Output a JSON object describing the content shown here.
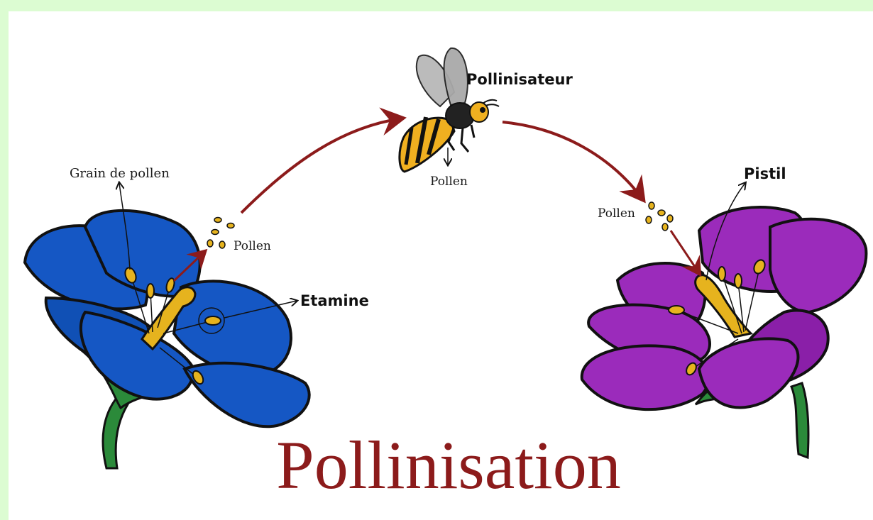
{
  "title": "Pollinisation",
  "labels": {
    "grain_de_pollen": "Grain de pollen",
    "pollen_left": "Pollen",
    "etamine": "Etamine",
    "pollinisateur": "Pollinisateur",
    "pollen_bee": "Pollen",
    "pollen_right": "Pollen",
    "pistil": "Pistil"
  },
  "colors": {
    "background": "#dcfcd2",
    "arrow": "#8c1b1b",
    "blue_flower": "#1557c4",
    "purple_flower": "#9b2bbb",
    "pollen": "#e6b31e",
    "stem": "#2b8a3a",
    "title": "#8c1b1b"
  }
}
